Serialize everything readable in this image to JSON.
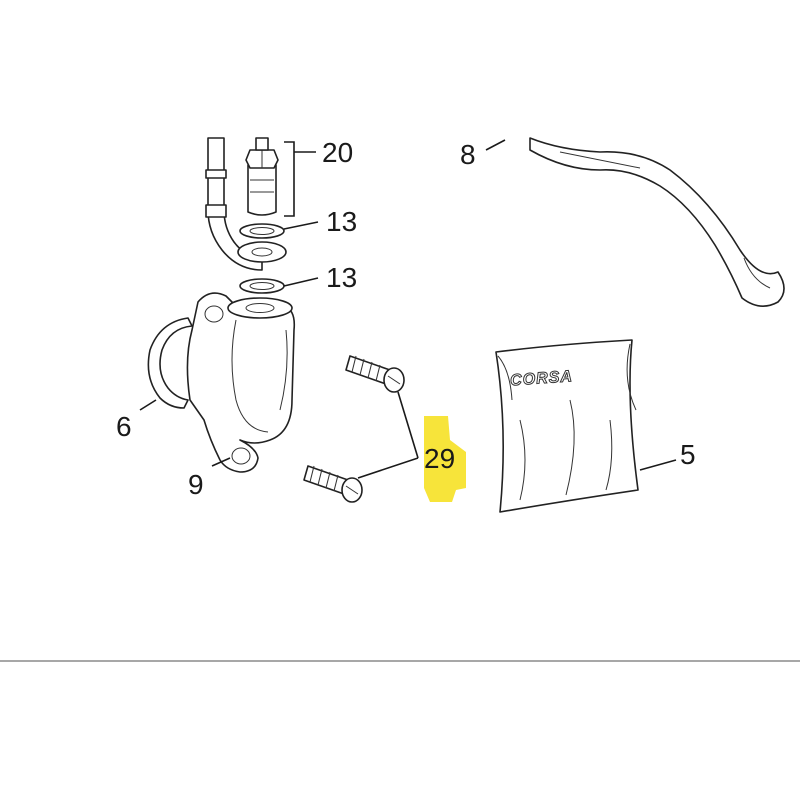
{
  "labels": {
    "p20": "20",
    "p13a": "13",
    "p13b": "13",
    "p8": "8",
    "p6": "6",
    "p9": "9",
    "p29": "29",
    "p5": "5"
  },
  "highlight_color": "#f7e43a",
  "bag_brand": "CORSA"
}
